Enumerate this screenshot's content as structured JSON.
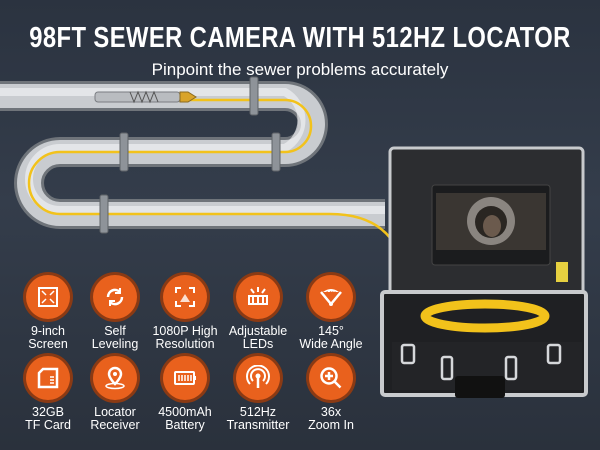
{
  "header": {
    "title": "98FT SEWER CAMERA WITH 512HZ LOCATOR",
    "subtitle": "Pinpoint the sewer problems accurately"
  },
  "colors": {
    "accent": "#e9611d",
    "cable": "#f2c21b",
    "background": "#2f3744"
  },
  "features": [
    {
      "icon": "fullscreen-icon",
      "line1": "9-inch",
      "line2": "Screen"
    },
    {
      "icon": "rotate-icon",
      "line1": "Self",
      "line2": "Leveling"
    },
    {
      "icon": "resolution-icon",
      "line1": "1080P High",
      "line2": "Resolution"
    },
    {
      "icon": "led-icon",
      "line1": "Adjustable",
      "line2": "LEDs"
    },
    {
      "icon": "angle-icon",
      "line1": "145°",
      "line2": "Wide Angle",
      "badge": "145°"
    },
    {
      "icon": "sd-card-icon",
      "line1": "32GB",
      "line2": "TF Card"
    },
    {
      "icon": "location-pin-icon",
      "line1": "Locator",
      "line2": "Receiver"
    },
    {
      "icon": "battery-icon",
      "line1": "4500mAh",
      "line2": "Battery"
    },
    {
      "icon": "signal-icon",
      "line1": "512Hz",
      "line2": "Transmitter"
    },
    {
      "icon": "zoom-in-icon",
      "line1": "36x",
      "line2": "Zoom In"
    }
  ]
}
